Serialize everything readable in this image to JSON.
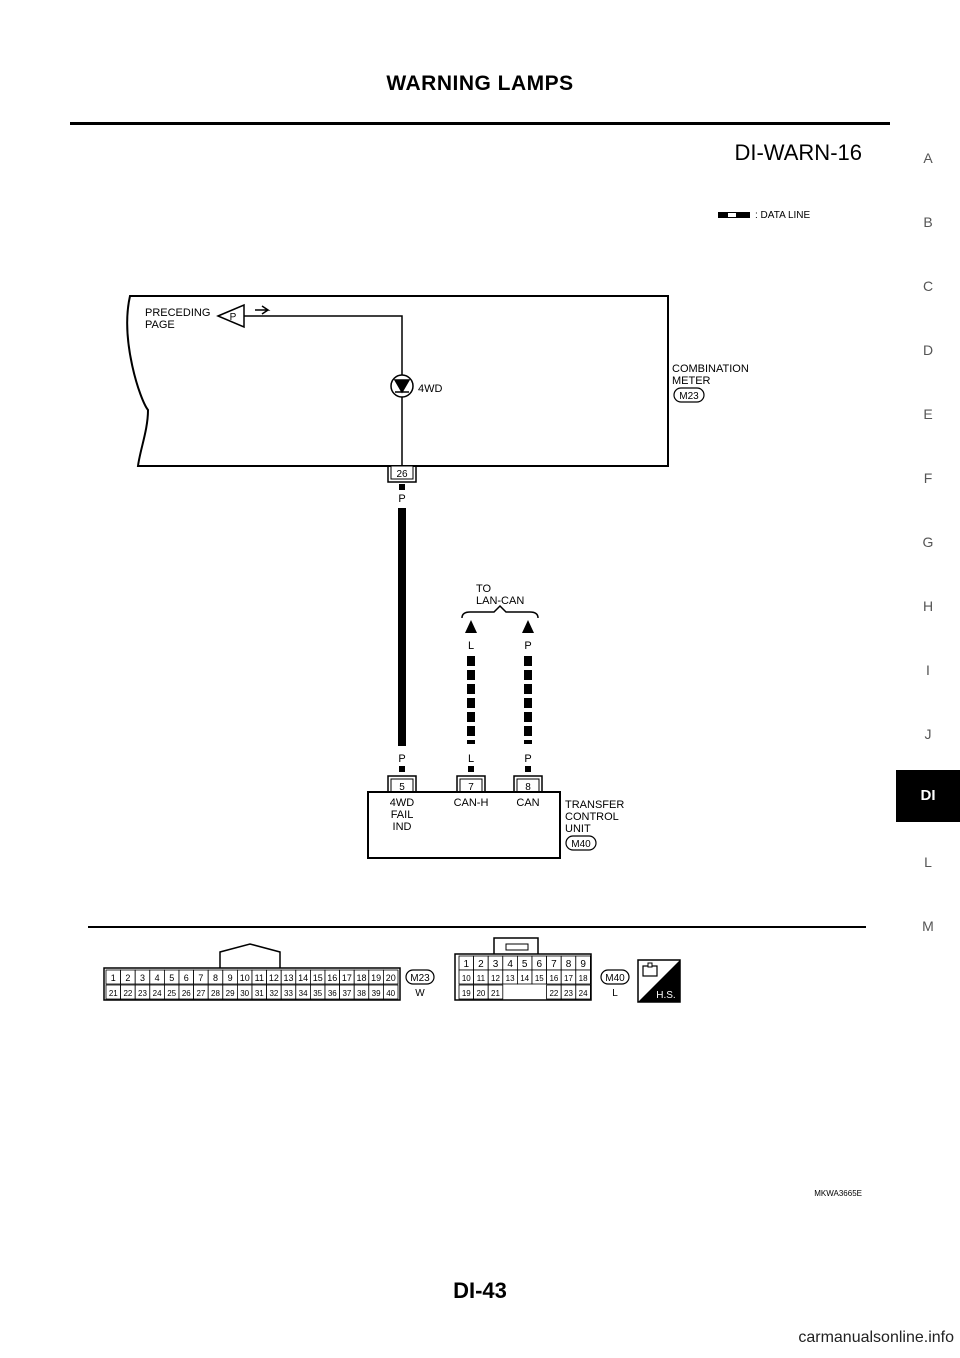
{
  "header": {
    "title": "WARNING LAMPS"
  },
  "diagram": {
    "code": "DI-WARN-16",
    "legend": {
      "label": ": DATA LINE"
    },
    "meter": {
      "preceding_line1": "PRECEDING",
      "preceding_line2": "PAGE",
      "preceding_tag": "P",
      "lamp_label": "4WD",
      "name_line1": "COMBINATION",
      "name_line2": "METER",
      "connector": "M23",
      "terminal": "26",
      "wire_color_top": "P"
    },
    "can": {
      "line1": "TO",
      "line2": "LAN-CAN",
      "wire_l": "L",
      "wire_p": "P"
    },
    "wires": {
      "p": "P",
      "l": "L",
      "p2": "P"
    },
    "tcu": {
      "t1": "5",
      "t2": "7",
      "t3": "8",
      "pin1_line1": "4WD",
      "pin1_line2": "FAIL",
      "pin1_line3": "IND",
      "pin2": "CAN-H",
      "pin3": "CAN",
      "name_line1": "TRANSFER",
      "name_line2": "CONTROL",
      "name_line3": "UNIT",
      "connector": "M40"
    },
    "connectors": {
      "m23": {
        "id": "M23",
        "color": "W"
      },
      "m40": {
        "id": "M40",
        "color": "L"
      },
      "hs": "H.S."
    },
    "figure_id": "MKWA3665E"
  },
  "side_index": [
    "A",
    "B",
    "C",
    "D",
    "E",
    "F",
    "G",
    "H",
    "I",
    "J",
    "DI",
    "L",
    "M"
  ],
  "side_index_active": "DI",
  "footer": {
    "page": "DI-43",
    "watermark": "carmanualsonline.info"
  }
}
